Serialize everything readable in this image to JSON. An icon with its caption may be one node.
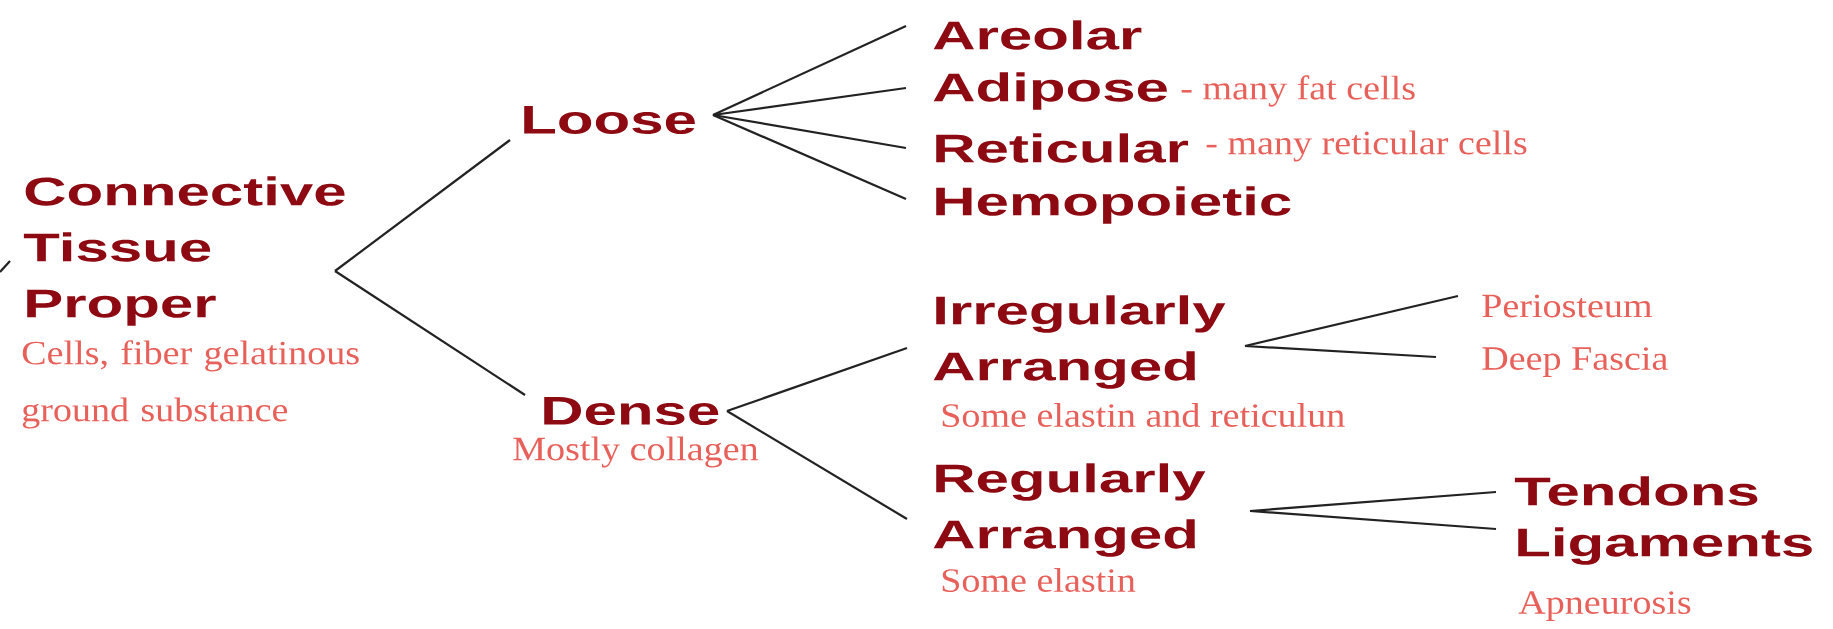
{
  "diagram": {
    "nodes": [
      {
        "text": [
          "Connective Tissue Proper"
        ],
        "beside": [
          "Cells, fiber gelatinous ground substance"
        ]
      },
      {
        "text": [
          "Loose"
        ]
      },
      {
        "text": [
          "Areolar"
        ]
      },
      {
        "text": [
          "Adipose"
        ],
        "beside": [
          "- many fat cells"
        ]
      },
      {
        "text": [
          "Reticular"
        ],
        "beside": [
          "- many reticular cells"
        ]
      },
      {
        "text": [
          "Hemopoietic"
        ]
      },
      {
        "text": [
          "Dense"
        ],
        "beside": [
          "Mostly collagen"
        ]
      },
      {
        "text": [
          "Irregularly Arranged"
        ],
        "beside": [
          "Some elastin and reticulun"
        ]
      },
      {
        "text": [
          "Periosteum"
        ]
      },
      {
        "text": [
          "Deep Fascia"
        ]
      },
      {
        "text": [
          "Regularly Arranged"
        ],
        "beside": [
          "Some elastin"
        ]
      },
      {
        "text": [
          "Tendons"
        ]
      },
      {
        "text": [
          "Ligaments"
        ],
        "beside": [
          "Apneurosis"
        ]
      }
    ],
    "edges": [
      {
        "from": null,
        "to": 0,
        "arrow": "none"
      },
      {
        "from": 0,
        "to": 1,
        "arrow": "none"
      },
      {
        "from": 0,
        "to": 6,
        "arrow": "none"
      },
      {
        "from": 1,
        "to": 2,
        "arrow": "none"
      },
      {
        "from": 1,
        "to": 3,
        "arrow": "none"
      },
      {
        "from": 1,
        "to": 4,
        "arrow": "none"
      },
      {
        "from": 1,
        "to": 5,
        "arrow": "none"
      },
      {
        "from": 6,
        "to": 7,
        "arrow": "none"
      },
      {
        "from": 6,
        "to": 10,
        "arrow": "none"
      },
      {
        "from": 7,
        "to": 8,
        "arrow": "none"
      },
      {
        "from": 7,
        "to": 9,
        "arrow": "none"
      },
      {
        "from": 10,
        "to": 11,
        "arrow": "none"
      },
      {
        "from": 10,
        "to": 12,
        "arrow": "none"
      }
    ]
  }
}
